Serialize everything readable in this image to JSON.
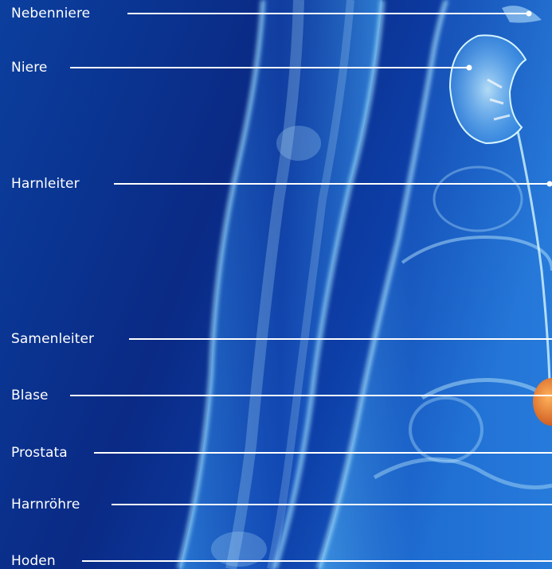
{
  "diagram": {
    "labels": [
      {
        "id": "nebenniere",
        "text": "Nebenniere"
      },
      {
        "id": "niere",
        "text": "Niere"
      },
      {
        "id": "harnleiter",
        "text": "Harnleiter"
      },
      {
        "id": "samenleiter",
        "text": "Samenleiter"
      },
      {
        "id": "blase",
        "text": "Blase"
      },
      {
        "id": "prostata",
        "text": "Prostata"
      },
      {
        "id": "harnroehre",
        "text": "Harnröhre"
      },
      {
        "id": "hoden",
        "text": "Hoden"
      }
    ],
    "colors": {
      "background_dark": "#06226f",
      "background_light": "#1460c8",
      "body_glow": "#7fd3ff",
      "leader_line": "#ffffff",
      "label_text": "#ffffff",
      "bladder": "#e8732a"
    }
  }
}
